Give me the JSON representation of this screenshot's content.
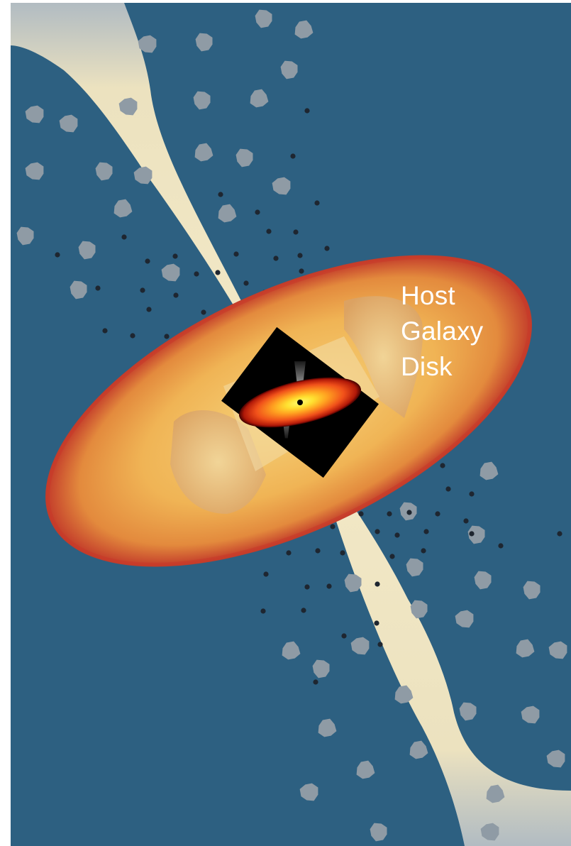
{
  "labels": {
    "host": "Host",
    "galaxy": "Galaxy",
    "disk": "Disk"
  },
  "colors": {
    "background": "#2d6081",
    "jet": "#efe4be",
    "galaxy_disk_inner": "#f2c870",
    "galaxy_disk_edge": "#cc3c2a",
    "clouds": "#8f9ba5",
    "dots": "#1e2630",
    "inset_background": "#000000",
    "accretion_core": "#fff35a"
  }
}
